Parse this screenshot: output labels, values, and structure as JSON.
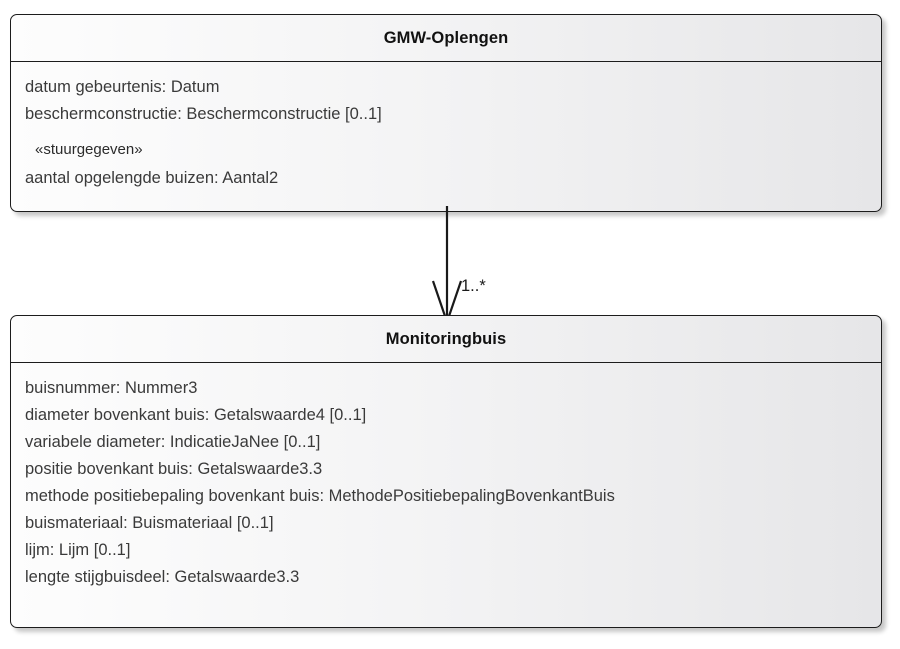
{
  "diagram": {
    "type": "uml-class-diagram",
    "background_color": "#ffffff",
    "border_color": "#1c1c1c",
    "classes": [
      {
        "id": "gmw-oplengen",
        "name": "GMW-Oplengen",
        "attributes": [
          {
            "text": "datum gebeurtenis: Datum",
            "stereotype": false
          },
          {
            "text": "beschermconstructie: Beschermconstructie [0..1]",
            "stereotype": false
          },
          {
            "text": "«stuurgegeven»",
            "stereotype": true
          },
          {
            "text": "aantal opgelengde buizen: Aantal2",
            "stereotype": false
          }
        ]
      },
      {
        "id": "monitoringbuis",
        "name": "Monitoringbuis",
        "attributes": [
          {
            "text": "buisnummer: Nummer3",
            "stereotype": false
          },
          {
            "text": "diameter bovenkant buis: Getalswaarde4 [0..1]",
            "stereotype": false
          },
          {
            "text": "variabele diameter: IndicatieJaNee [0..1]",
            "stereotype": false
          },
          {
            "text": "positie bovenkant buis: Getalswaarde3.3",
            "stereotype": false
          },
          {
            "text": "methode positiebepaling bovenkant buis: MethodePositiebepalingBovenkantBuis",
            "stereotype": false
          },
          {
            "text": "buismateriaal: Buismateriaal [0..1]",
            "stereotype": false
          },
          {
            "text": "lijm: Lijm [0..1]",
            "stereotype": false
          },
          {
            "text": "lengte stijgbuisdeel: Getalswaarde3.3",
            "stereotype": false
          }
        ]
      }
    ],
    "association": {
      "source": "GMW-Oplengen",
      "target": "Monitoringbuis",
      "multiplicity": "1..*",
      "arrow_style": "open-arrowhead",
      "line_color": "#1a1a1a"
    }
  }
}
